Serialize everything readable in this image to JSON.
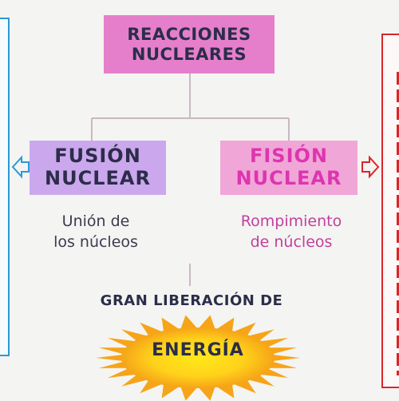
{
  "diagram": {
    "top": {
      "label_line1": "REACCIONES",
      "label_line2": "NUCLEARES"
    },
    "fusion": {
      "label_line1": "FUSIÓN",
      "label_line2": "NUCLEAR",
      "desc_line1": "Unión de",
      "desc_line2": "los núcleos"
    },
    "fision": {
      "label_line1": "FISIÓN",
      "label_line2": "NUCLEAR",
      "desc_line1": "Rompimiento",
      "desc_line2": "de núcleos"
    },
    "result": {
      "label": "GRAN LIBERACIÓN DE",
      "energy_label": "ENERGÍA"
    }
  },
  "icons": {
    "left_arrow": "arrow-left-icon",
    "right_arrow": "arrow-right-icon",
    "starburst": "sun-burst-icon"
  },
  "colors": {
    "top_box": "#e57fcb",
    "fusion_box": "#cba8ee",
    "fision_box": "#f1a6d8",
    "fision_text": "#dd35b0",
    "blue_frame": "#2a9ad6",
    "red_frame": "#d9262a",
    "connector": "#c7b9c2",
    "sun_outer": "#f6a418",
    "sun_inner": "#ffe81a"
  }
}
